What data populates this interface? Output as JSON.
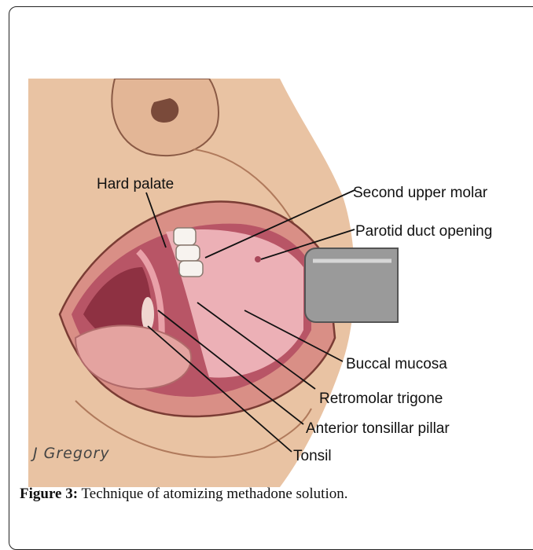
{
  "figure": {
    "labels": {
      "hard_palate": "Hard palate",
      "second_upper_molar": "Second upper molar",
      "parotid_duct_opening": "Parotid duct opening",
      "buccal_mucosa": "Buccal mucosa",
      "retromolar_trigone": "Retromolar trigone",
      "anterior_tonsillar_pillar": "Anterior tonsillar pillar",
      "tonsil": "Tonsil"
    },
    "signature": "J Gregory"
  },
  "caption": {
    "label": "Figure 3:",
    "text": "Technique of atomizing methadone solution."
  },
  "colors": {
    "skin": "#e9c3a3",
    "skin_shadow": "#d7a583",
    "lip": "#d98f86",
    "mucosa": "#d98a96",
    "mucosa_light": "#ecb0b6",
    "tongue": "#e4a3a0",
    "device": "#9a9a9a"
  }
}
